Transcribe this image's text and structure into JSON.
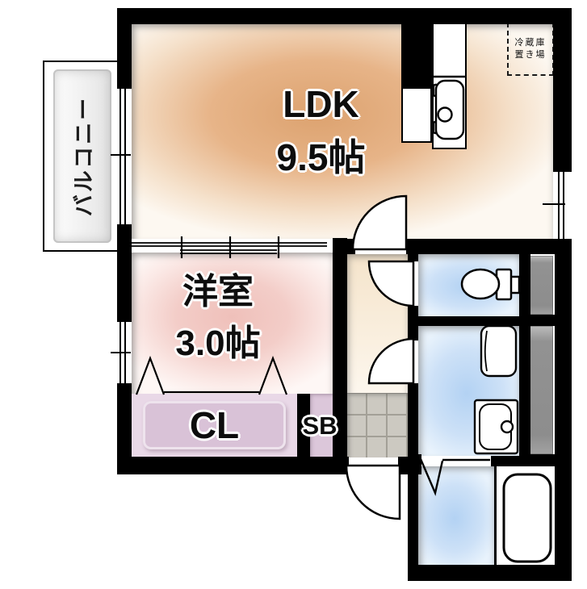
{
  "rooms": {
    "ldk": {
      "name": "LDK",
      "size": "9.5帖"
    },
    "western": {
      "name": "洋室",
      "size": "3.0帖"
    },
    "closet": {
      "label": "CL"
    },
    "shoebox": {
      "label": "SB"
    },
    "balcony": {
      "label": "バルコニー"
    },
    "refrigerator": {
      "line1": "冷蔵庫",
      "line2": "置き場"
    }
  },
  "colors": {
    "wall": "#000000",
    "ldk_center": "#dca26f",
    "ldk_edge": "#fdf8f1",
    "western_center": "#efc0ba",
    "western_edge": "#fef7f5",
    "closet_fill": "#e9d8e7",
    "closet_inner": "#d9c2d7",
    "shoebox_fill": "#dcc7da",
    "hallway_fill": "#f5e4cb",
    "wet_center": "#b3d2f3",
    "wet_edge": "#e9f3fc",
    "ps_fill": "#8d8d8d",
    "tile_fill": "#ccc9c1",
    "tile_line": "#a3a097",
    "balcony_fill": "#ececec"
  }
}
